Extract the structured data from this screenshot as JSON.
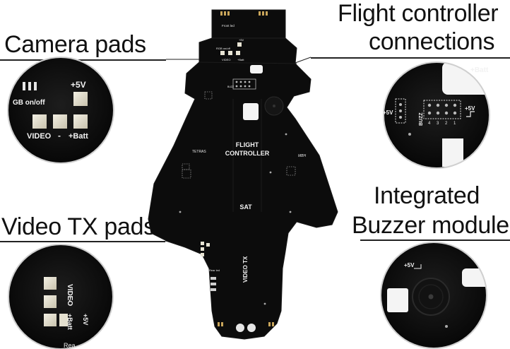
{
  "callouts": {
    "camera_pads": "Camera pads",
    "fc_connections_line1": "Flight controller",
    "fc_connections_line2": "connections",
    "video_tx_pads": "Video TX pads",
    "buzzer_line1": "Integrated",
    "buzzer_line2": "Buzzer module"
  },
  "board": {
    "flight_controller_line1": "FLIGHT",
    "flight_controller_line2": "CONTROLLER",
    "tetras": "TETRAS",
    "sat": "SAT",
    "video_tx": "VIDEO TX",
    "front_led": "Front led",
    "rear_led": "Rear led",
    "rgb_onoff": "RGB on/off",
    "video": "VIDEO",
    "plus5v": "+5V",
    "plus_batt": "+Batt",
    "buzz": "BUZZ",
    "logo": "MBH"
  },
  "zoom_camera": {
    "plus5v": "+5V",
    "rgb_onoff": "GB on/off",
    "video": "VIDEO",
    "minus": "-",
    "plus_batt": "+Batt"
  },
  "zoom_fc": {
    "plus_batt": "+Batt",
    "plus5v_left": "+5V",
    "plus5v_right": "+5V",
    "buzz": "BUZZ",
    "pin_numbers": [
      "4",
      "3",
      "2",
      "1"
    ]
  },
  "zoom_video": {
    "video": "VIDEO",
    "minus": "-",
    "plus_batt": "+Batt",
    "plus5v": "+5V",
    "rear": "Rea"
  },
  "zoom_buzzer": {
    "plus5v": "+5V"
  },
  "colors": {
    "pcb": "#0c0c0c",
    "pad": "#c9a55a",
    "silkscreen": "#f2f2f2",
    "background": "#ffffff"
  }
}
